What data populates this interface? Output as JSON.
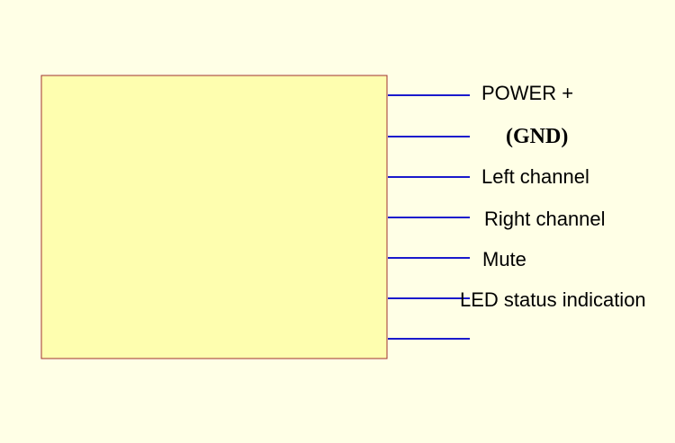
{
  "colors": {
    "background": "#ffffe6",
    "module_fill": "#fefeaf",
    "module_border": "#a03030",
    "pin_line": "#1a1acc",
    "label_text": "#000000"
  },
  "pins": [
    {
      "label": "POWER +"
    },
    {
      "label": "(GND)"
    },
    {
      "label": "Left channel"
    },
    {
      "label": "Right channel"
    },
    {
      "label": "Mute"
    },
    {
      "label": "LED status indication"
    },
    {
      "label": ""
    }
  ]
}
